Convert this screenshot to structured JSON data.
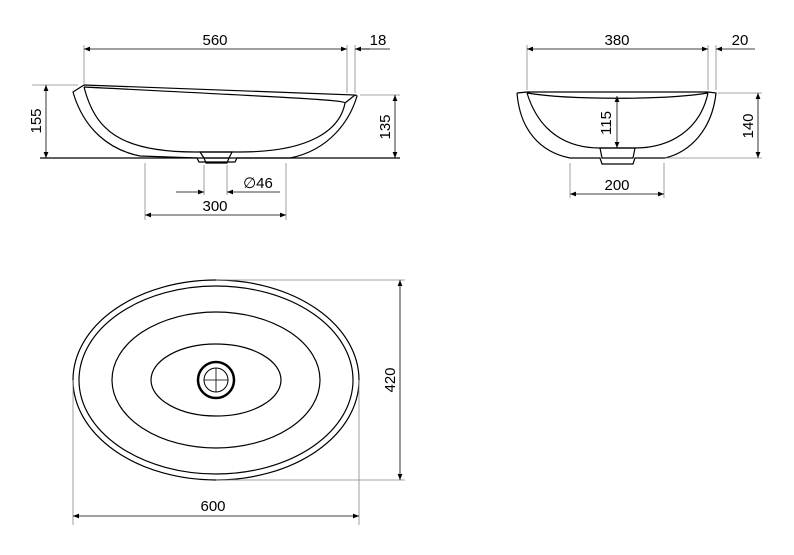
{
  "side_view": {
    "length_inner": "560",
    "rim_offset": "18",
    "height_total": "155",
    "height_right": "135",
    "drain_diameter": "∅46",
    "base_width": "300"
  },
  "end_view": {
    "width_inner": "380",
    "rim_offset": "20",
    "height": "140",
    "inner_depth": "115",
    "base_width": "200"
  },
  "top_view": {
    "depth": "420",
    "length": "600"
  }
}
